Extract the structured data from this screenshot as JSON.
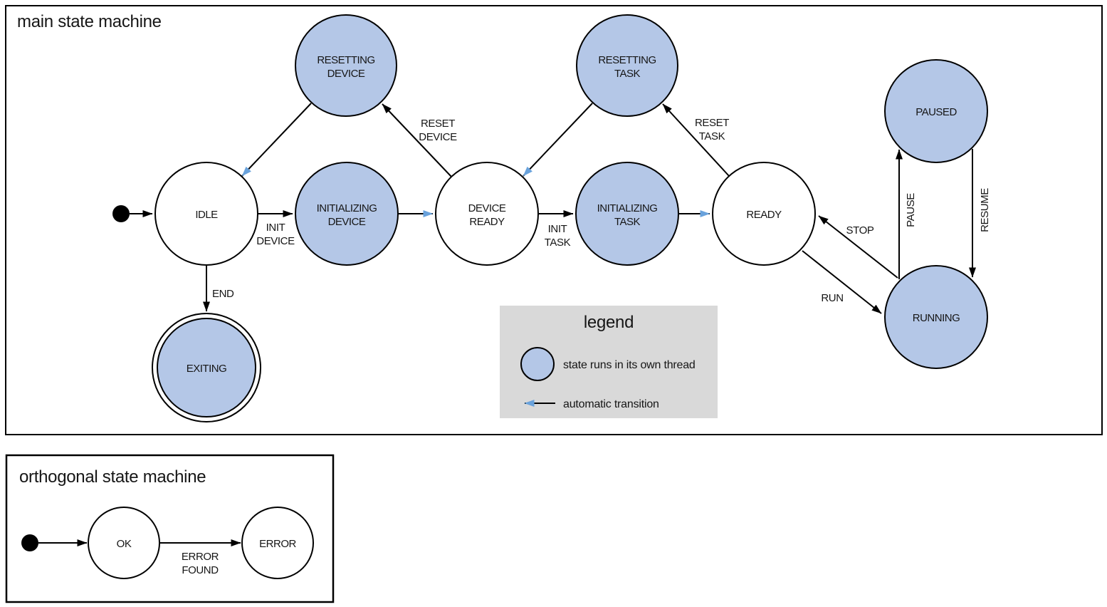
{
  "colors": {
    "threaded_state_fill": "#b4c7e7",
    "plain_state_fill": "#ffffff",
    "state_stroke": "#000000",
    "automatic_transition": "#69a2dc",
    "legend_background": "#d9d9d9"
  },
  "main": {
    "title": "main state machine",
    "states": {
      "idle": {
        "label": "IDLE"
      },
      "initializing_device": {
        "line1": "INITIALIZING",
        "line2": "DEVICE"
      },
      "device_ready": {
        "line1": "DEVICE",
        "line2": "READY"
      },
      "initializing_task": {
        "line1": "INITIALIZING",
        "line2": "TASK"
      },
      "ready": {
        "label": "READY"
      },
      "resetting_device": {
        "line1": "RESETTING",
        "line2": "DEVICE"
      },
      "resetting_task": {
        "line1": "RESETTING",
        "line2": "TASK"
      },
      "paused": {
        "label": "PAUSED"
      },
      "running": {
        "label": "RUNNING"
      },
      "exiting": {
        "label": "EXITING"
      }
    },
    "transitions": {
      "init_device": {
        "line1": "INIT",
        "line2": "DEVICE"
      },
      "init_task": {
        "line1": "INIT",
        "line2": "TASK"
      },
      "reset_device": {
        "line1": "RESET",
        "line2": "DEVICE"
      },
      "reset_task": {
        "line1": "RESET",
        "line2": "TASK"
      },
      "end": {
        "label": "END"
      },
      "run": {
        "label": "RUN"
      },
      "stop": {
        "label": "STOP"
      },
      "pause": {
        "label": "PAUSE"
      },
      "resume": {
        "label": "RESUME"
      }
    }
  },
  "orthogonal": {
    "title": "orthogonal state machine",
    "states": {
      "ok": {
        "label": "OK"
      },
      "error": {
        "label": "ERROR"
      }
    },
    "transitions": {
      "error_found": {
        "line1": "ERROR",
        "line2": "FOUND"
      }
    }
  },
  "legend": {
    "title": "legend",
    "thread_item": "state runs in its own thread",
    "auto_item": "automatic transition"
  }
}
